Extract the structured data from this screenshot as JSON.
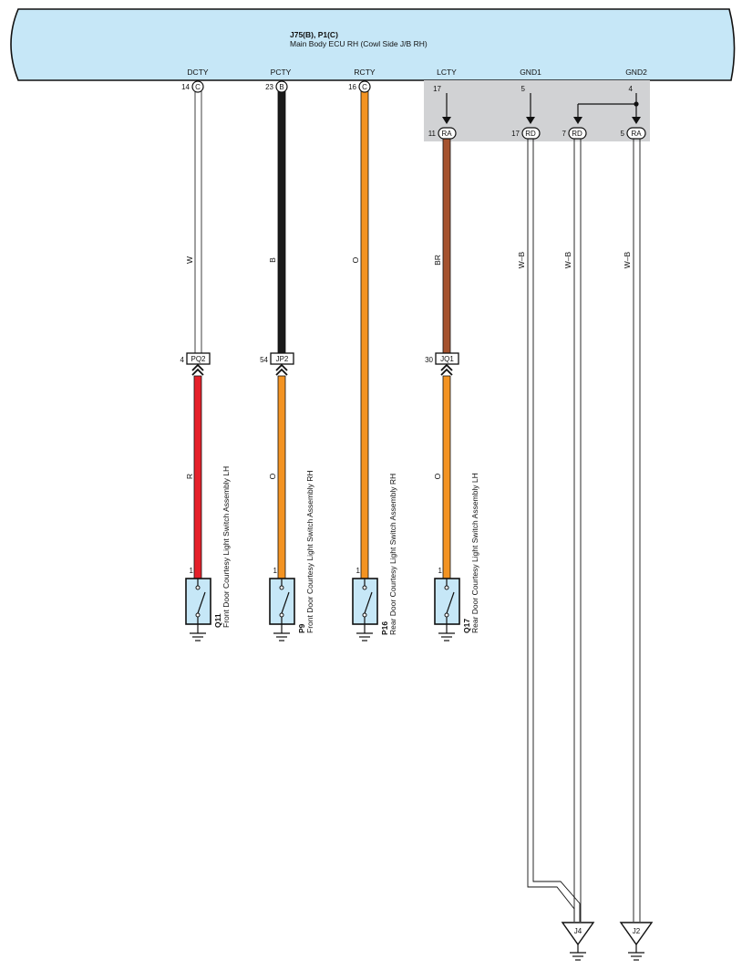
{
  "ecu": {
    "connector_id": "J75(B), P1(C)",
    "name": "Main Body ECU RH (Cowl Side J/B RH)",
    "color": "#c6e7f7"
  },
  "signals": [
    {
      "label": "DCTY",
      "pin": "14",
      "conn": "C",
      "wire": "W",
      "color": "#ffffff",
      "junction": {
        "pin": "4",
        "conn": "PQ2"
      },
      "lower_wire": "R",
      "lower_color": "#e5202a",
      "switch": {
        "pin": "1",
        "id": "Q11",
        "name": "Front Door Courtesy Light Switch Assembly LH"
      }
    },
    {
      "label": "PCTY",
      "pin": "23",
      "conn": "B",
      "wire": "B",
      "color": "#1a1a1a",
      "junction": {
        "pin": "54",
        "conn": "JP2"
      },
      "lower_wire": "O",
      "lower_color": "#f39322",
      "switch": {
        "pin": "1",
        "id": "P9",
        "name": "Front Door Courtesy Light Switch Assembly RH"
      }
    },
    {
      "label": "RCTY",
      "pin": "16",
      "conn": "C",
      "wire": "O",
      "color": "#f39322",
      "switch": {
        "pin": "1",
        "id": "P16",
        "name": "Rear Door Courtesy Light Switch Assembly RH"
      }
    },
    {
      "label": "LCTY",
      "pin": "17",
      "conn_pin": "11",
      "conn": "RA",
      "wire": "BR",
      "color": "#a5522e",
      "junction": {
        "pin": "30",
        "conn": "JQ1"
      },
      "lower_wire": "O",
      "lower_color": "#f39322",
      "switch": {
        "pin": "1",
        "id": "Q17",
        "name": "Rear Door Courtesy Light Switch Assembly LH"
      }
    }
  ],
  "grounds": [
    {
      "label": "GND1",
      "pin": "5"
    },
    {
      "label": "GND2",
      "pin": "4"
    }
  ],
  "ground_connectors": [
    {
      "pin": "17",
      "conn": "RD",
      "wire": "W–B"
    },
    {
      "pin": "7",
      "conn": "RD",
      "wire": "W–B"
    },
    {
      "pin": "5",
      "conn": "RA",
      "wire": "W–B"
    }
  ],
  "ground_points": [
    "J4",
    "J2"
  ],
  "colors": {
    "wire_w_b": "#ffffff",
    "connector_panel": "#d1d2d4",
    "switch_fill": "#c6e7f7"
  }
}
